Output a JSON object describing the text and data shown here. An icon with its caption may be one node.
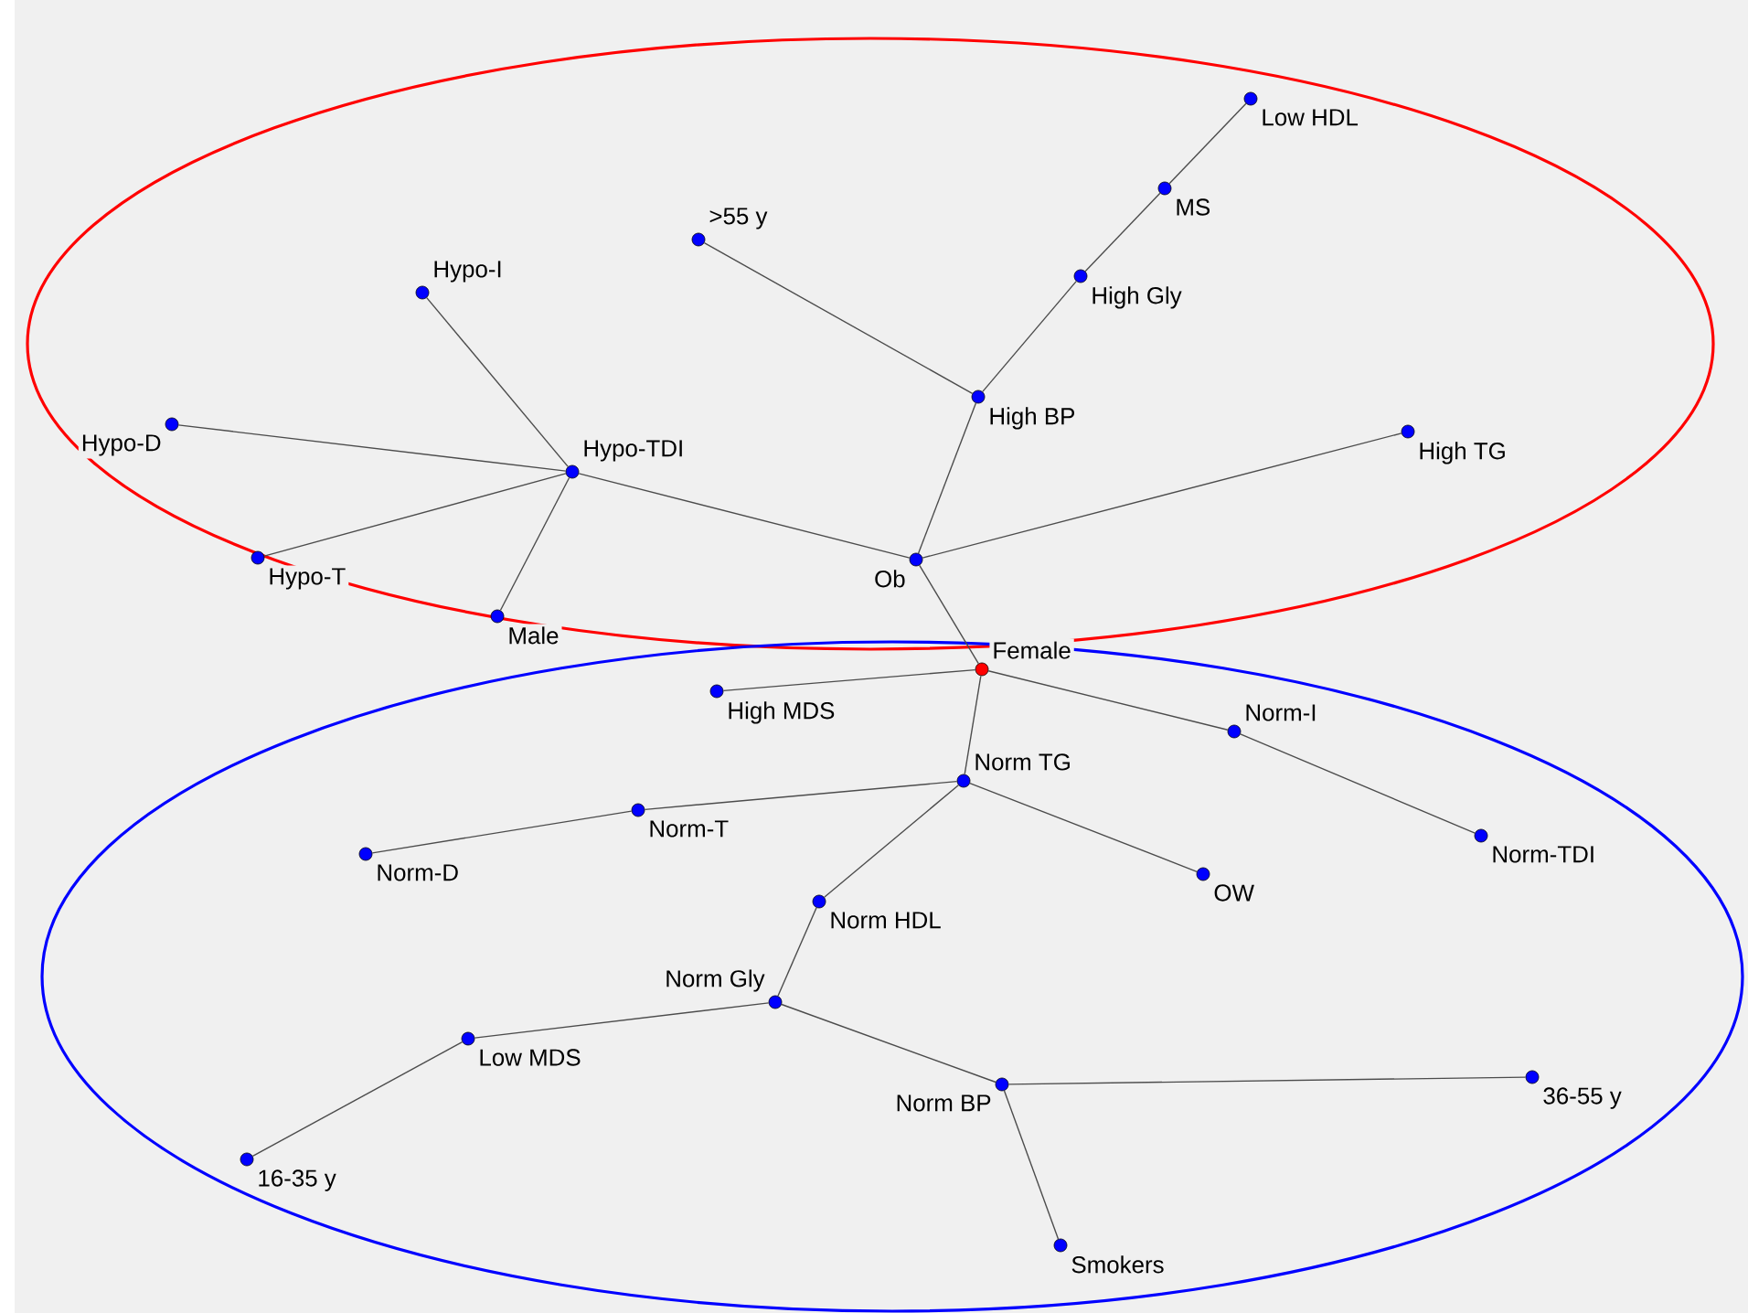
{
  "diagram": {
    "nodes": [
      {
        "text": [
          "Low HDL"
        ]
      },
      {
        "text": [
          "MS"
        ]
      },
      {
        "text": [
          ">55 y"
        ]
      },
      {
        "text": [
          "High Gly"
        ]
      },
      {
        "text": [
          "Hypo-I"
        ]
      },
      {
        "text": [
          "High BP"
        ]
      },
      {
        "text": [
          "Hypo-D"
        ]
      },
      {
        "text": [
          "High TG"
        ]
      },
      {
        "text": [
          "Hypo-TDI"
        ]
      },
      {
        "text": [
          "Ob"
        ]
      },
      {
        "text": [
          "Hypo-T"
        ]
      },
      {
        "text": [
          "Male"
        ]
      },
      {
        "text": [
          "Female"
        ]
      },
      {
        "text": [
          "High MDS"
        ]
      },
      {
        "text": [
          "Norm-I"
        ]
      },
      {
        "text": [
          "Norm TG"
        ]
      },
      {
        "text": [
          "Norm-T"
        ]
      },
      {
        "text": [
          "Norm-TDI"
        ]
      },
      {
        "text": [
          "Norm-D"
        ]
      },
      {
        "text": [
          "OW"
        ]
      },
      {
        "text": [
          "Norm HDL"
        ]
      },
      {
        "text": [
          "Norm Gly"
        ]
      },
      {
        "text": [
          "Low MDS"
        ]
      },
      {
        "text": [
          "Norm BP"
        ]
      },
      {
        "text": [
          "36-55 y"
        ]
      },
      {
        "text": [
          "16-35 y"
        ]
      },
      {
        "text": [
          "Smokers"
        ]
      }
    ],
    "edges": [
      {
        "from": 4,
        "to": 8,
        "arrow": "none"
      },
      {
        "from": 6,
        "to": 8,
        "arrow": "none"
      },
      {
        "from": 10,
        "to": 8,
        "arrow": "none"
      },
      {
        "from": 11,
        "to": 8,
        "arrow": "none"
      },
      {
        "from": 8,
        "to": 9,
        "arrow": "none"
      },
      {
        "from": 2,
        "to": 5,
        "arrow": "none"
      },
      {
        "from": 5,
        "to": 9,
        "arrow": "none"
      },
      {
        "from": 5,
        "to": 3,
        "arrow": "none"
      },
      {
        "from": 3,
        "to": 1,
        "arrow": "none"
      },
      {
        "from": 1,
        "to": 0,
        "arrow": "none"
      },
      {
        "from": 7,
        "to": 9,
        "arrow": "none"
      },
      {
        "from": 9,
        "to": 12,
        "arrow": "none"
      },
      {
        "from": 12,
        "to": 13,
        "arrow": "none"
      },
      {
        "from": 12,
        "to": 14,
        "arrow": "none"
      },
      {
        "from": 14,
        "to": 17,
        "arrow": "none"
      },
      {
        "from": 12,
        "to": 15,
        "arrow": "none"
      },
      {
        "from": 15,
        "to": 16,
        "arrow": "none"
      },
      {
        "from": 16,
        "to": 18,
        "arrow": "none"
      },
      {
        "from": 15,
        "to": 19,
        "arrow": "none"
      },
      {
        "from": 15,
        "to": 20,
        "arrow": "none"
      },
      {
        "from": 20,
        "to": 21,
        "arrow": "none"
      },
      {
        "from": 21,
        "to": 22,
        "arrow": "none"
      },
      {
        "from": 22,
        "to": 25,
        "arrow": "none"
      },
      {
        "from": 21,
        "to": 23,
        "arrow": "none"
      },
      {
        "from": 23,
        "to": 24,
        "arrow": "none"
      },
      {
        "from": 23,
        "to": 26,
        "arrow": "none"
      }
    ]
  }
}
